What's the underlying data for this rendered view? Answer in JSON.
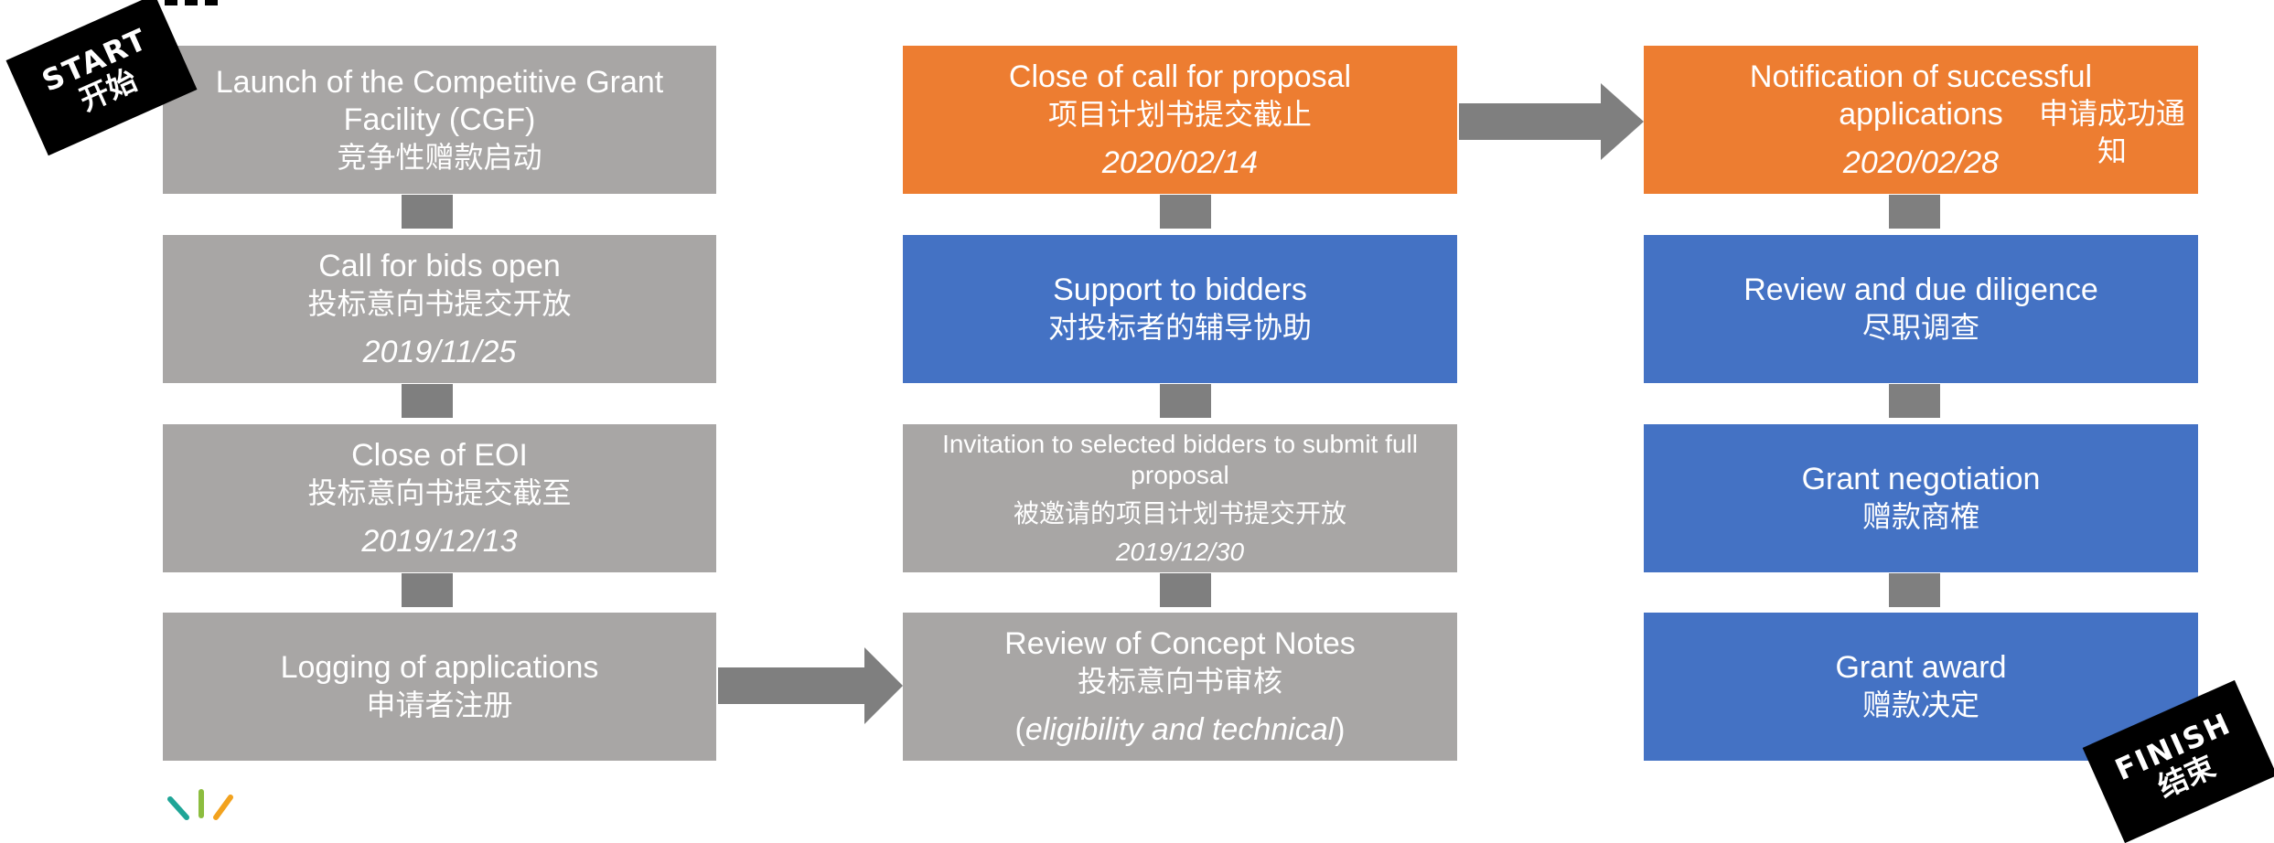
{
  "colors": {
    "gray": "#a8a6a5",
    "orange": "#ed7d31",
    "blue": "#4472c4",
    "connector": "#7f7f7f",
    "tag": "#000000"
  },
  "tags": {
    "start": {
      "en": "START",
      "zh": "开始"
    },
    "finish": {
      "en": "FINISH",
      "zh": "结束"
    }
  },
  "col1": {
    "box1": {
      "en": "Launch of the Competitive Grant Facility (CGF)",
      "zh": "竞争性赠款启动"
    },
    "box2": {
      "en": "Call for bids open",
      "zh": "投标意向书提交开放",
      "date": "2019/11/25"
    },
    "box3": {
      "en": "Close of EOI",
      "zh": "投标意向书提交截至",
      "date": "2019/12/13"
    },
    "box4": {
      "en": "Logging of applications",
      "zh": "申请者注册"
    }
  },
  "col2": {
    "box1": {
      "en": "Close of call for proposal",
      "zh": "项目计划书提交截止",
      "date": "2020/02/14"
    },
    "box2": {
      "en": "Support to bidders",
      "zh": "对投标者的辅导协助"
    },
    "box3": {
      "en": "Invitation to selected bidders to submit full proposal",
      "zh": "被邀请的项目计划书提交开放",
      "date": "2019/12/30"
    },
    "box4": {
      "en": "Review of Concept Notes",
      "zh": "投标意向书审核",
      "paren_open": "(",
      "note": "eligibility and technical",
      "paren_close": ")"
    }
  },
  "col3": {
    "box1": {
      "en": "Notification of successful applications",
      "zh": "申请成功通知",
      "date": "2020/02/28"
    },
    "box2": {
      "en": "Review and due diligence",
      "zh": "尽职调查"
    },
    "box3": {
      "en": "Grant negotiation",
      "zh": "赠款商榷"
    },
    "box4": {
      "en": "Grant award",
      "zh": "赠款决定"
    }
  },
  "logo_icon": "sparkle-logo-icon"
}
